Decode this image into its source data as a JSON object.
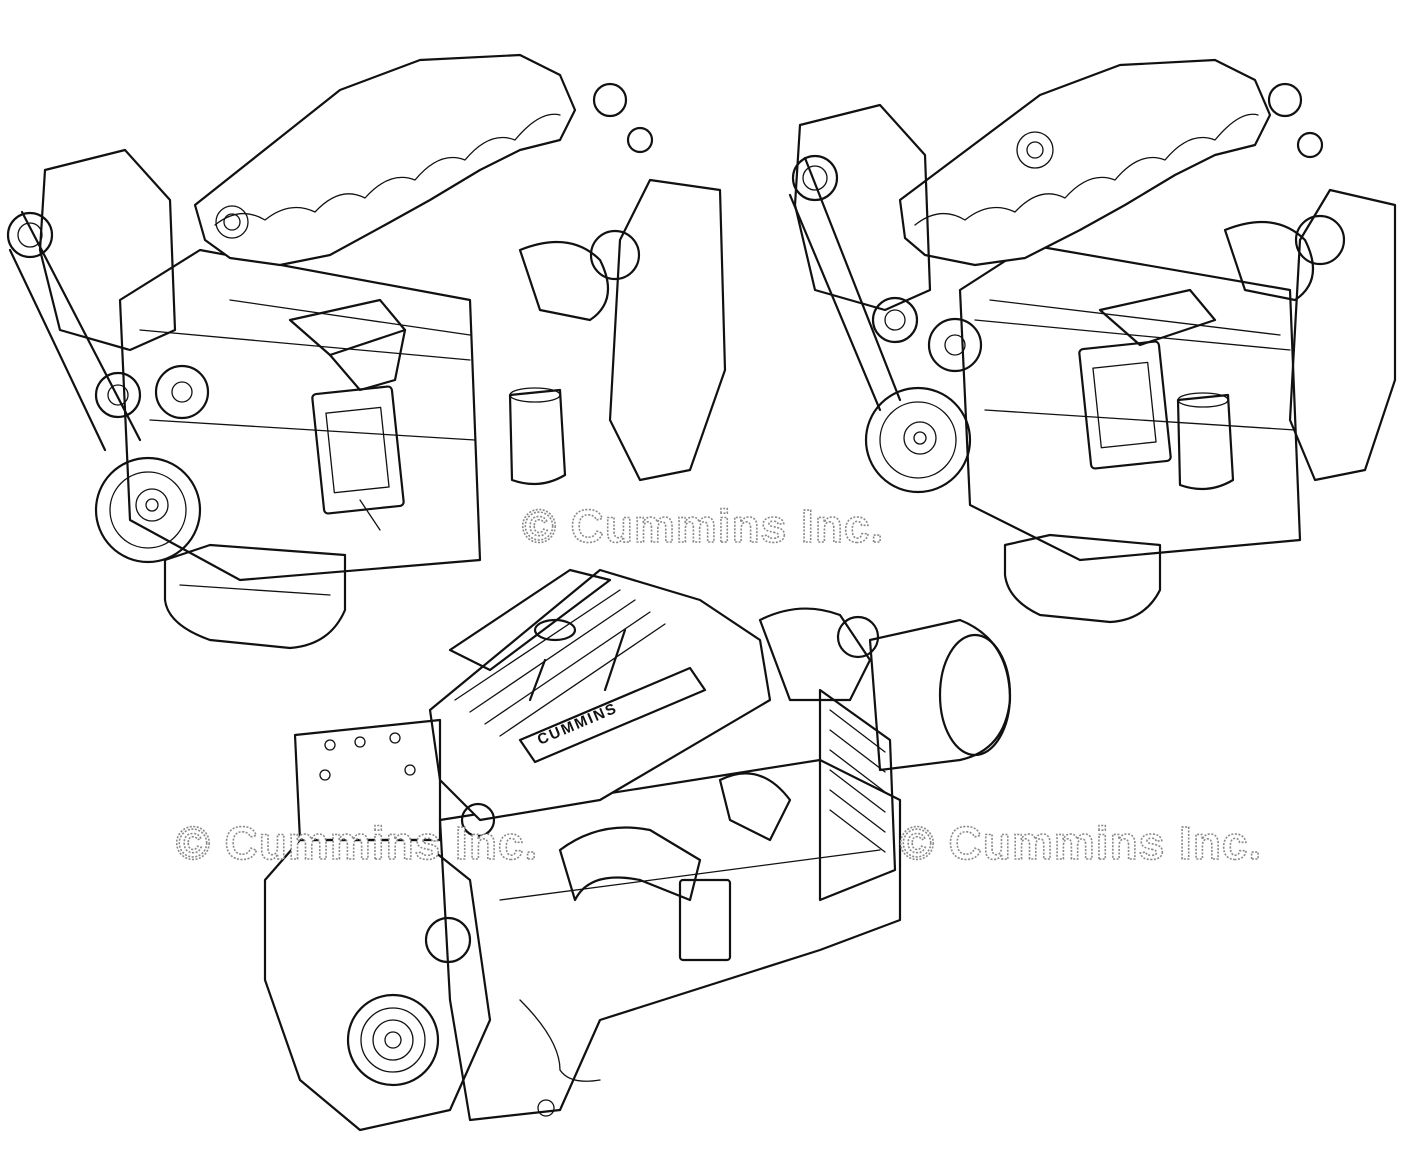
{
  "figure": {
    "brand_label": "CUMMINS",
    "watermarks": [
      "© Cummins Inc.",
      "© Cummins Inc.",
      "© Cummins Inc."
    ]
  },
  "colors": {
    "ink": "#111111",
    "background": "#ffffff",
    "watermark_outline": "#8a8a8a"
  }
}
